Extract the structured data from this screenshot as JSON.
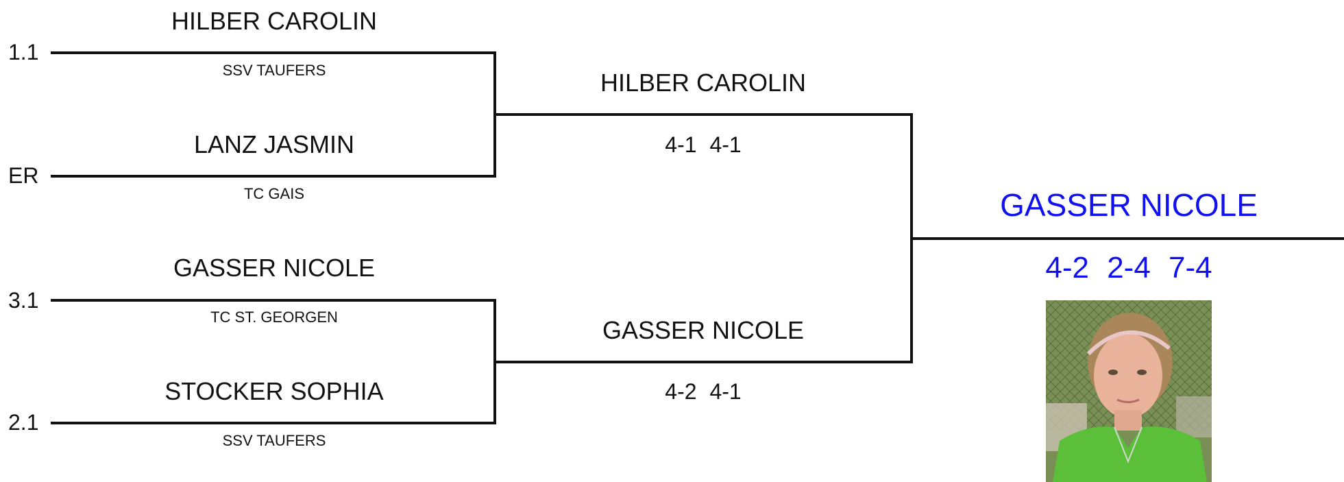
{
  "round1": [
    {
      "seed": "1.1",
      "name": "HILBER CAROLIN",
      "club": "SSV TAUFERS"
    },
    {
      "seed": "ER",
      "name": "LANZ JASMIN",
      "club": "TC GAIS"
    },
    {
      "seed": "3.1",
      "name": "GASSER NICOLE",
      "club": "TC ST. GEORGEN"
    },
    {
      "seed": "2.1",
      "name": "STOCKER SOPHIA",
      "club": "SSV TAUFERS"
    }
  ],
  "round2": [
    {
      "name": "HILBER CAROLIN",
      "score": "4-1  4-1"
    },
    {
      "name": "GASSER NICOLE",
      "score": "4-2  4-1"
    }
  ],
  "final": {
    "name": "GASSER NICOLE",
    "score": "4-2  2-4  7-4",
    "color": "#1010f0"
  },
  "photo": {
    "icon": "winner-photo"
  }
}
